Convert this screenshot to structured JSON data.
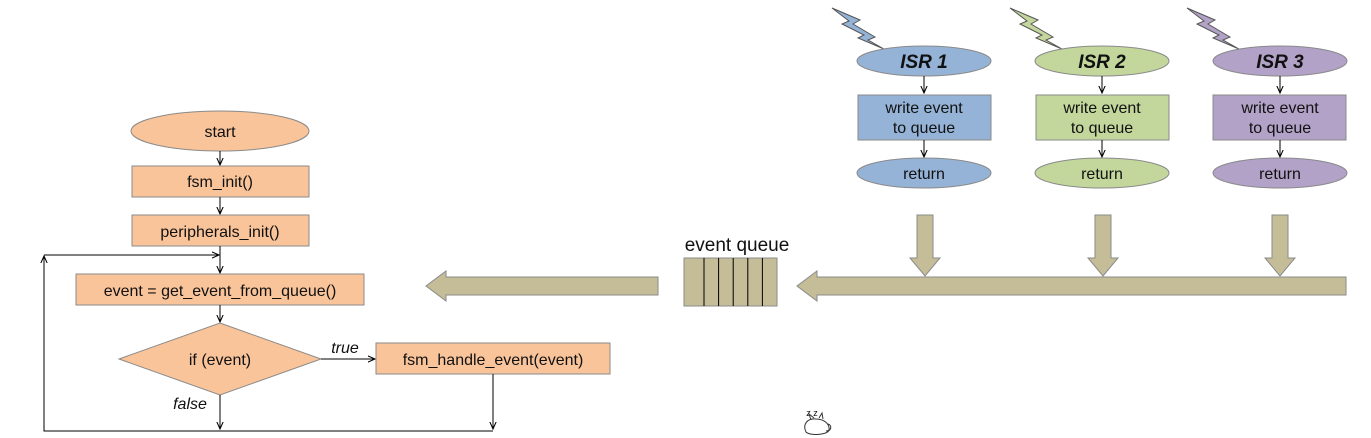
{
  "colors": {
    "main_fill": "#f9c49a",
    "main_stroke": "#8a8a8a",
    "isr1_fill": "#95b3d7",
    "isr2_fill": "#c3d69b",
    "isr3_fill": "#b3a2c7",
    "arrow_fill": "#c4bd97",
    "arrow_stroke": "#8a8a8a",
    "line": "#000000"
  },
  "main_flow": {
    "start": "start",
    "fsm_init": "fsm_init()",
    "peripherals_init": "peripherals_init()",
    "get_event": "event = get_event_from_queue()",
    "decision": "if (event)",
    "handle": "fsm_handle_event(event)",
    "true_label": "true",
    "false_label": "false"
  },
  "queue": {
    "label": "event queue",
    "slots": 5
  },
  "isrs": [
    {
      "title": "ISR 1",
      "action": [
        "write event",
        "to queue"
      ],
      "ret": "return"
    },
    {
      "title": "ISR 2",
      "action": [
        "write event",
        "to queue"
      ],
      "ret": "return"
    },
    {
      "title": "ISR 3",
      "action": [
        "write event",
        "to queue"
      ],
      "ret": "return"
    }
  ],
  "icons": {
    "lightning": "lightning-icon",
    "sleep": "sleeping-cat-icon",
    "sleep_text": "z z"
  }
}
